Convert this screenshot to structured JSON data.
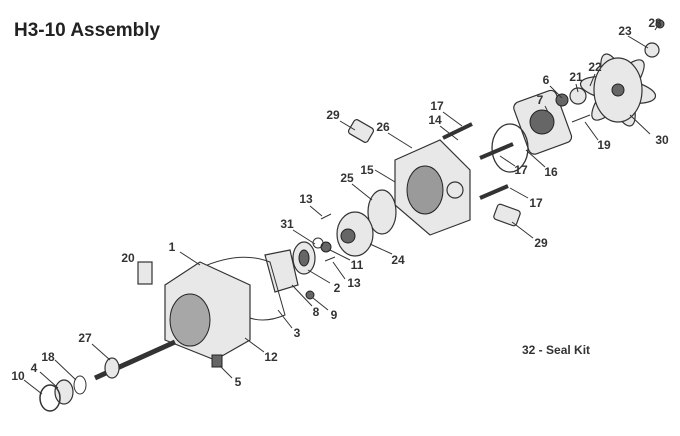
{
  "title": "H3-10 Assembly",
  "seal_kit": "32 - Seal Kit",
  "callouts": [
    "28",
    "23",
    "6",
    "21",
    "22",
    "7",
    "17",
    "14",
    "29",
    "26",
    "19",
    "30",
    "16",
    "15",
    "25",
    "17",
    "17",
    "13",
    "31",
    "24",
    "29",
    "11",
    "20",
    "1",
    "2",
    "13",
    "9",
    "8",
    "27",
    "3",
    "12",
    "18",
    "4",
    "10",
    "5"
  ]
}
